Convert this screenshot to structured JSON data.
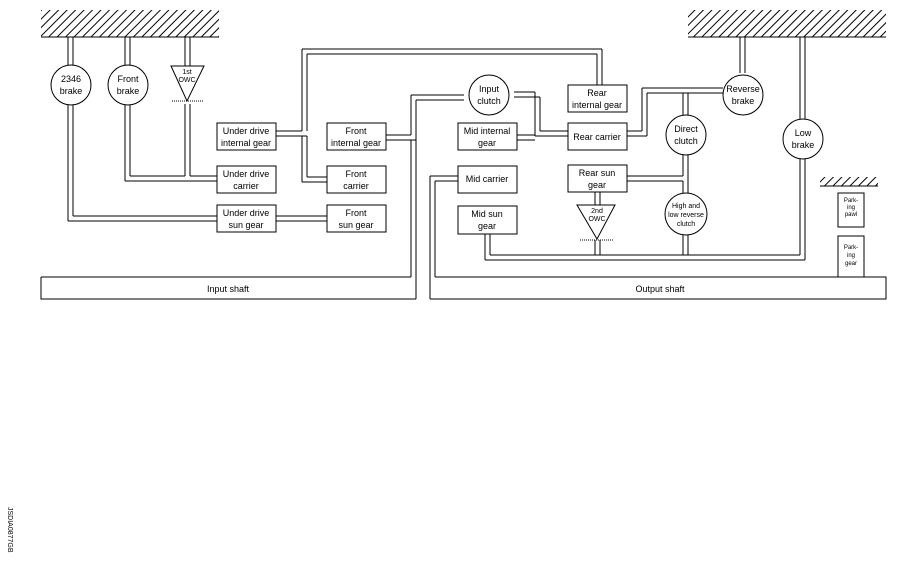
{
  "components": {
    "brake_2346": [
      "2346",
      "brake"
    ],
    "front_brake": [
      "Front",
      "brake"
    ],
    "owc_1st": [
      "1st",
      "OWC"
    ],
    "under_drive_internal_gear": [
      "Under drive",
      "internal gear"
    ],
    "under_drive_carrier": [
      "Under drive",
      "carrier"
    ],
    "under_drive_sun_gear": [
      "Under drive",
      "sun gear"
    ],
    "front_internal_gear": [
      "Front",
      "internal gear"
    ],
    "front_carrier": [
      "Front",
      "carrier"
    ],
    "front_sun_gear": [
      "Front",
      "sun gear"
    ],
    "input_clutch": [
      "Input",
      "clutch"
    ],
    "mid_internal_gear": [
      "Mid internal",
      "gear"
    ],
    "mid_carrier": [
      "Mid carrier"
    ],
    "mid_sun_gear": [
      "Mid sun",
      "gear"
    ],
    "rear_internal_gear": [
      "Rear",
      "internal gear"
    ],
    "rear_carrier": [
      "Rear carrier"
    ],
    "rear_sun_gear": [
      "Rear sun",
      "gear"
    ],
    "owc_2nd": [
      "2nd",
      "OWC"
    ],
    "reverse_brake": [
      "Reverse",
      "brake"
    ],
    "direct_clutch": [
      "Direct",
      "clutch"
    ],
    "high_low_reverse_clutch": [
      "High and",
      "low reverse",
      "clutch"
    ],
    "low_brake": [
      "Low",
      "brake"
    ],
    "parking_pawl": [
      "Park-",
      "ing",
      "pawl"
    ],
    "parking_gear": [
      "Park-",
      "ing",
      "gear"
    ]
  },
  "shafts": {
    "input": "Input shaft",
    "output": "Output shaft"
  },
  "figure_code": "JSDIA0877GB"
}
